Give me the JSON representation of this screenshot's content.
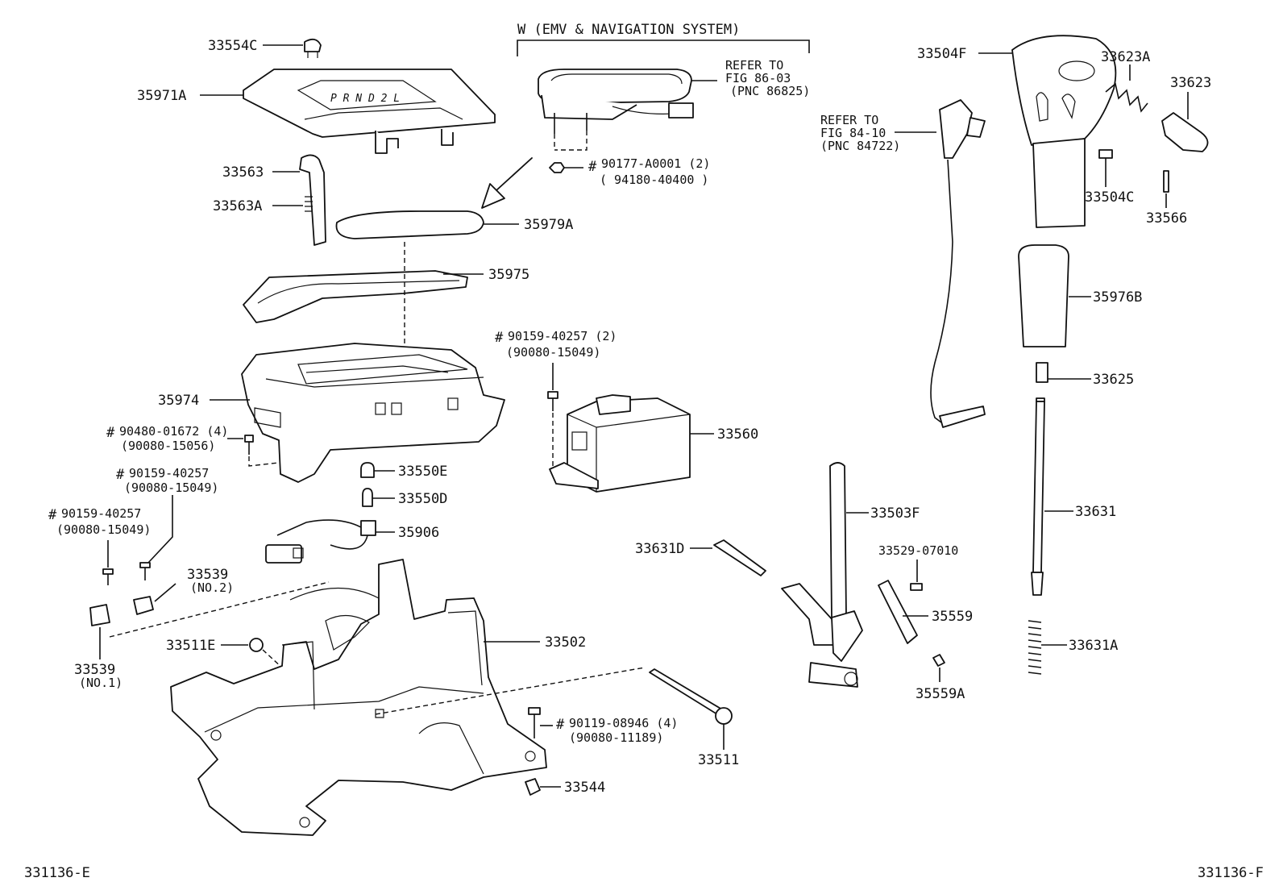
{
  "diagram": {
    "corner_codes": {
      "left": "331136-E",
      "right": "331136-F"
    },
    "variant_header": "W (EMV & NAVIGATION SYSTEM)",
    "refs": {
      "fig86": [
        "REFER TO",
        "FIG 86-03",
        "(PNC 86825)"
      ],
      "fig84": [
        "REFER TO",
        "FIG 84-10",
        "(PNC 84722)"
      ]
    },
    "hash_mark": "#",
    "labels": {
      "p33554C": "33554C",
      "p35971A": "35971A",
      "p33563": "33563",
      "p33563A": "33563A",
      "p35979A": "35979A",
      "p35975": "35975",
      "p35974": "35974",
      "p33550E": "33550E",
      "p33550D": "33550D",
      "p35906": "35906",
      "p33539_2": "33539",
      "p33539_2_sub": "(NO.2)",
      "p33539_1": "33539",
      "p33539_1_sub": "(NO.1)",
      "p33511E": "33511E",
      "p33502": "33502",
      "p33544": "33544",
      "p33511": "33511",
      "p33560": "33560",
      "p33631D": "33631D",
      "p33503F": "33503F",
      "p33529": "33529-07010",
      "p35559": "35559",
      "p35559A": "35559A",
      "p33504F": "33504F",
      "p33623A": "33623A",
      "p33623": "33623",
      "p33504C": "33504C",
      "p33566": "33566",
      "p35976B": "35976B",
      "p33625": "33625",
      "p33631": "33631",
      "p33631A": "33631A"
    },
    "fasteners": {
      "f1": [
        "90177-A0001 (2)",
        "( 94180-40400 )"
      ],
      "f2": [
        "90159-40257 (2)",
        "(90080-15049)"
      ],
      "f3": [
        "90480-01672 (4)",
        "(90080-15056)"
      ],
      "f4": [
        "90159-40257",
        "(90080-15049)"
      ],
      "f5": [
        "90159-40257",
        "(90080-15049)"
      ],
      "f6": [
        "90119-08946 (4)",
        "(90080-11189)"
      ]
    }
  }
}
